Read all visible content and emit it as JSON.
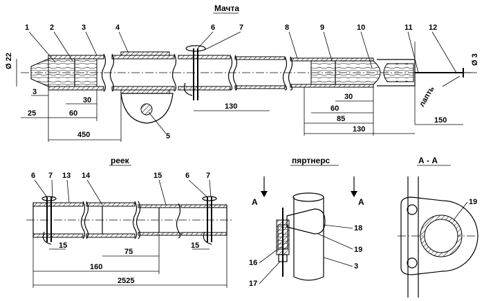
{
  "titles": {
    "mast": "Мачта",
    "yard": "реек",
    "partners": "пяртнерс",
    "section": "А - А"
  },
  "section_marks": {
    "a_left": "А",
    "a_right": "А"
  },
  "mast": {
    "callouts": [
      "1",
      "2",
      "3",
      "4",
      "6",
      "7",
      "8",
      "9",
      "10",
      "11",
      "12",
      "5"
    ],
    "dims": {
      "d22": "Ø 22",
      "d3": "Ø 3",
      "lashing": "лапть",
      "d_3": "3",
      "d_25": "25",
      "d_30a": "30",
      "d_60a": "60",
      "d_450": "450",
      "d_130a": "130",
      "d_30b": "30",
      "d_60b": "60",
      "d_85": "85",
      "d_130b": "130",
      "d_150": "150"
    }
  },
  "yard": {
    "callouts": [
      "6",
      "7",
      "13",
      "14",
      "15",
      "6",
      "7"
    ],
    "dims": {
      "d_15a": "15",
      "d_75": "75",
      "d_15b": "15",
      "d_160": "160",
      "d_2525": "2525"
    }
  },
  "partners": {
    "callouts": [
      "18",
      "19",
      "16",
      "17",
      "3"
    ]
  },
  "section_a": {
    "callouts": [
      "19"
    ]
  }
}
